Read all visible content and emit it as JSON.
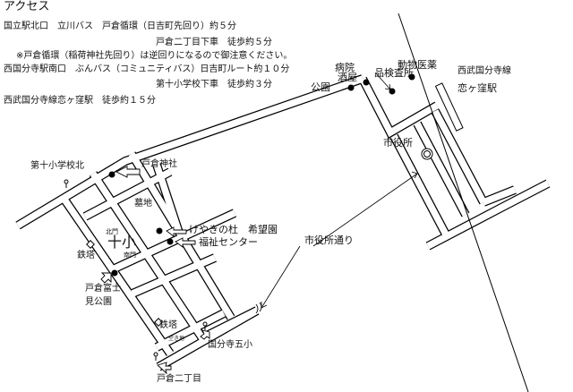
{
  "access": {
    "heading": "アクセス",
    "lines": [
      "国立駅北口　立川バス　戸倉循環（日吉町先回り）約５分",
      "戸倉二丁目下車　徒歩約５分",
      "※戸倉循環（稲荷神社先回り）は逆回りになるので御注意ください。",
      "西国分寺駅南口　ぶんバス（コミュニティバス）日吉町ルート約１０分",
      "第十小学校下車　徒歩約３分",
      "西武国分寺線恋ヶ窪駅　徒歩約１５分"
    ]
  },
  "map": {
    "labels": {
      "hospital": "病院",
      "animal_lab_1": "動物医薬",
      "animal_lab_2": "品検査所",
      "liquor": "酒屋",
      "park": "公園",
      "seibu_line": "西武国分寺線",
      "koigakubo": "恋ヶ窪駅",
      "city_hall": "市役所",
      "city_hall_street": "市役所通り",
      "school_north_stop": "第十小学校北",
      "tokura_shrine": "戸倉神社",
      "cemetery": "墓地",
      "keyaki": "けやきの杜　希望園",
      "welfare": "福祉センター",
      "north_gate": "北門",
      "south_gate": "南門",
      "school": "十小",
      "pylon1": "鉄塔",
      "pylon2": "鉄塔",
      "vacant": "空き地",
      "fuji_park_1": "戸倉富士",
      "fuji_park_2": "見公園",
      "school5": "国分寺五小",
      "tokura2": "戸倉二丁目"
    }
  }
}
